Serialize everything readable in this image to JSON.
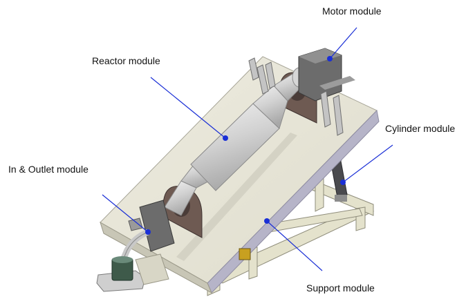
{
  "labels": {
    "motor": "Motor module",
    "reactor": "Reactor module",
    "cylinder": "Cylinder module",
    "inout": "In & Outlet module",
    "support": "Support module"
  },
  "colors": {
    "leader_line": "#1a2fd6",
    "leader_dot": "#1a2fd6",
    "platform": "#e6e4d4",
    "platform_edge": "#b4b2c4",
    "reactor_body": "#d8d8d8",
    "frame": "#e4e2cc",
    "bearing_block": "#6e5a52",
    "motor_block": "#6c6c6c"
  }
}
